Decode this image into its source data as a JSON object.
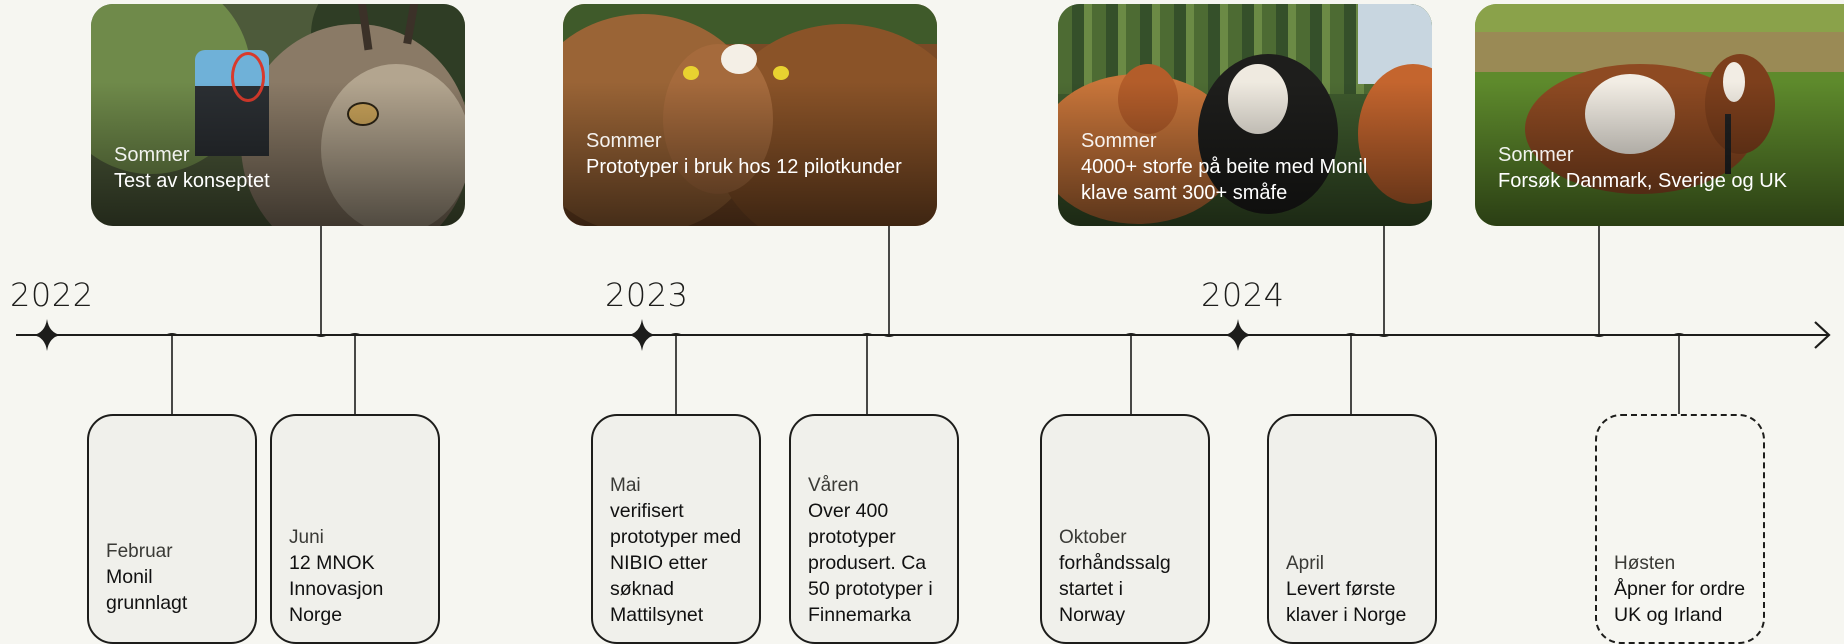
{
  "years": [
    {
      "label": "2022"
    },
    {
      "label": "2023"
    },
    {
      "label": "2024"
    }
  ],
  "photo_events": [
    {
      "season": "Sommer",
      "title": "Test av konseptet",
      "image": "goat-with-collar-photo"
    },
    {
      "season": "Sommer",
      "title": "Prototyper i bruk hos 12 pilotkunder",
      "image": "brown-cows-photo"
    },
    {
      "season": "Sommer",
      "title": "4000+ storfe på beite med Monil klave samt 300+ småfe",
      "image": "cattle-herd-forest-photo"
    },
    {
      "season": "Sommer",
      "title": "Forsøk Danmark, Sverige og UK",
      "image": "cow-in-field-photo"
    }
  ],
  "note_events": [
    {
      "season": "Februar",
      "text": "Monil grunnlagt"
    },
    {
      "season": "Juni",
      "text": "12 MNOK Innovasjon Norge"
    },
    {
      "season": "Mai",
      "text": "verifisert prototyper med NIBIO etter søknad Mattilsynet"
    },
    {
      "season": "Våren",
      "text": "Over 400 prototyper produsert. Ca 50 prototyper i Finnemarka"
    },
    {
      "season": "Oktober",
      "text": "forhåndssalg startet i Norway"
    },
    {
      "season": "April",
      "text": "Levert første klaver i Norge"
    },
    {
      "season": "Høsten",
      "text": "Åpner for ordre UK og Irland",
      "planned": true
    }
  ],
  "colors": {
    "background": "#f6f6f1",
    "line": "#1d1d1b",
    "card": "#f0f0eb"
  }
}
